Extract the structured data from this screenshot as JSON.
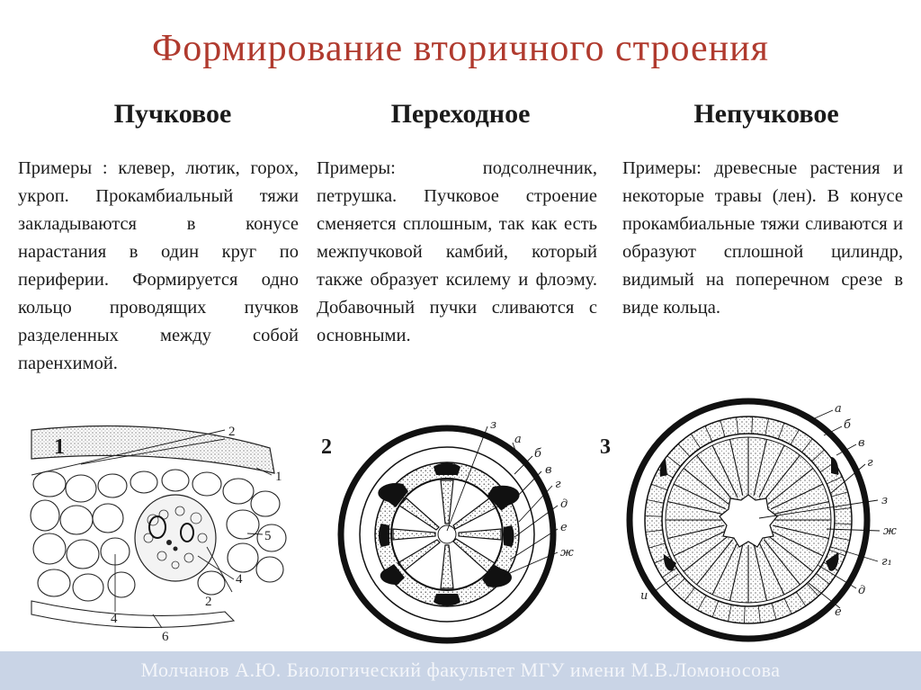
{
  "title": "Формирование вторичного строения",
  "columns": [
    {
      "heading": "Пучковое",
      "text": "Примеры : клевер, лютик, горох, укроп. Прокамбиальный тяжи закладываются в конусе нарастания в один круг по периферии. Формируется одно кольцо проводящих пучков разделенных между собой паренхимой."
    },
    {
      "heading": "Переходное",
      "text": "Примеры: подсолнечник, петрушка. Пучковое строение сменяется сплошным, так как есть межпучковой камбий, который также образует ксилему и флоэму. Добавочный пучки сливаются с основными."
    },
    {
      "heading": "Непучковое",
      "text": "Примеры: древесные растения и некоторые травы (лен). В конусе прокамбиальные тяжи сливаются и образуют сплошной цилиндр, видимый на поперечном срезе в виде кольца."
    }
  ],
  "figures": {
    "fig1": {
      "number": "1",
      "labels": [
        "1",
        "2",
        "2",
        "4",
        "4",
        "5",
        "6"
      ]
    },
    "fig2": {
      "number": "2",
      "labels": [
        "з",
        "а",
        "б",
        "в",
        "г",
        "д",
        "е",
        "ж"
      ]
    },
    "fig3": {
      "number": "3",
      "labels": [
        "а",
        "б",
        "в",
        "г",
        "з",
        "ж",
        "г₁",
        "д",
        "е",
        "и"
      ]
    }
  },
  "footer": "Молчанов А.Ю. Биологический факультет МГУ имени М.В.Ломоносова",
  "colors": {
    "title": "#b03a2e",
    "footer_bg": "#c9d4e6",
    "footer_text": "#f4f6fa"
  }
}
